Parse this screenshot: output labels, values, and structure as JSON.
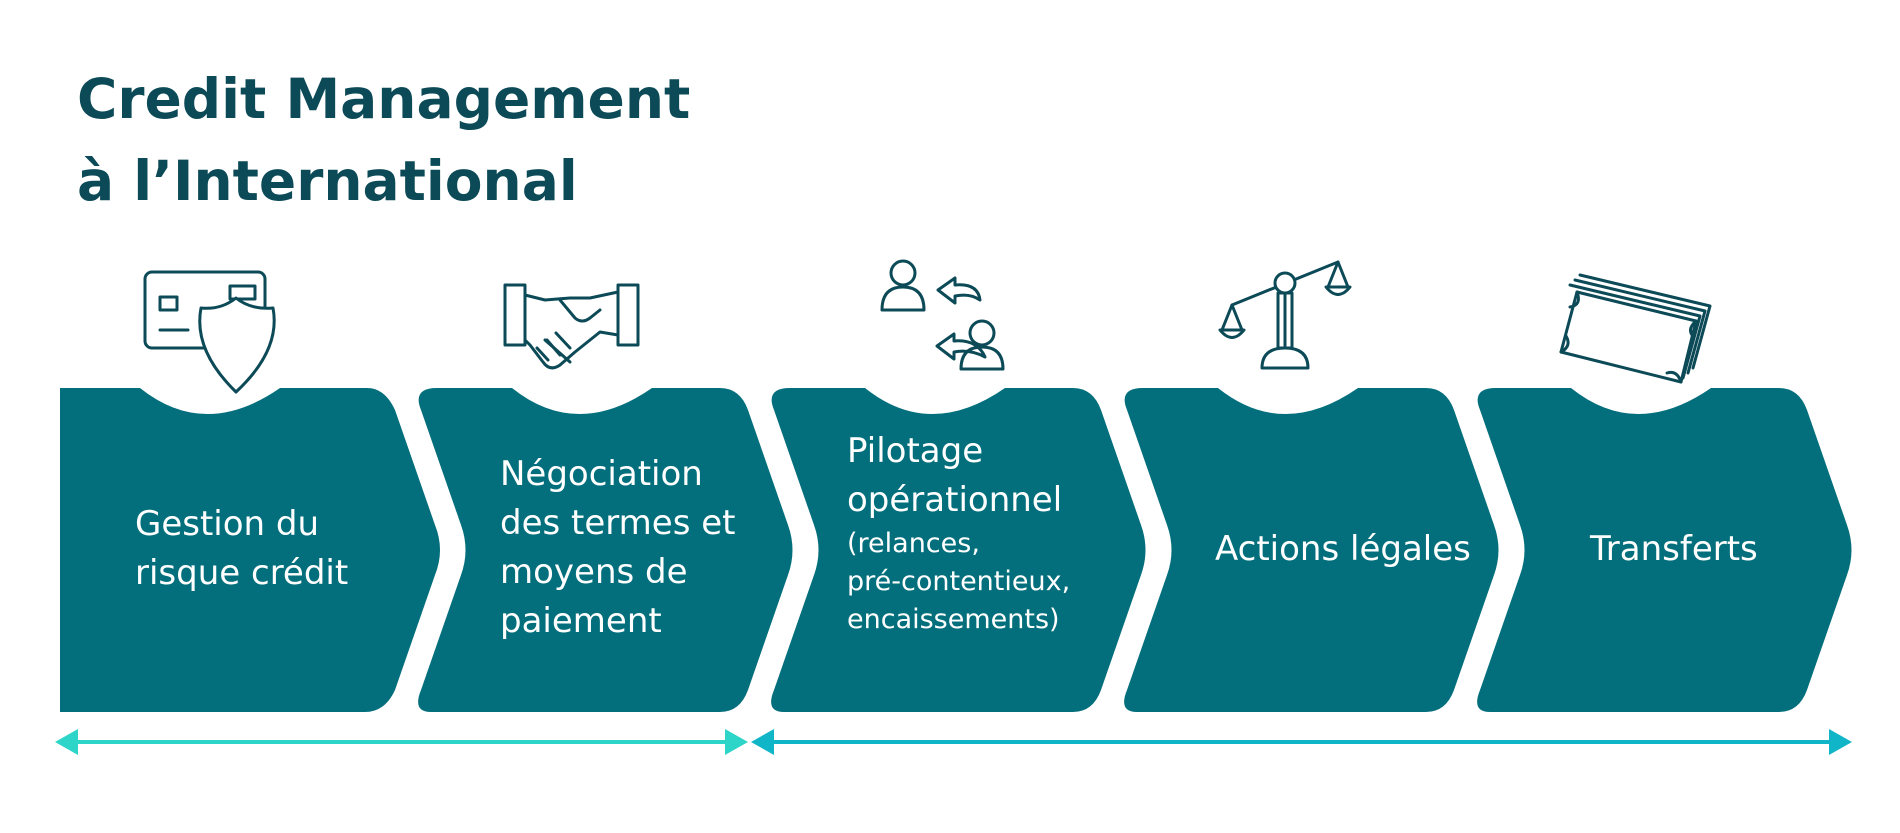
{
  "title": {
    "line1": "Credit Management",
    "line2": "à l’International"
  },
  "colors": {
    "title": "#0c4a57",
    "chevron": "#046f7c",
    "icon": "#0c4a57",
    "arrow_left": "#2dd4c8",
    "arrow_right": "#10b5c7"
  },
  "steps": [
    {
      "icon": "shield-card-icon",
      "lines": [
        "Gestion du",
        "risque crédit"
      ]
    },
    {
      "icon": "handshake-icon",
      "lines": [
        "Négociation",
        "des termes et",
        "moyens de",
        "paiement"
      ]
    },
    {
      "icon": "people-exchange-icon",
      "lines": [
        "Pilotage",
        "opérationnel"
      ],
      "sub_lines": [
        "(relances,",
        "pré-contentieux,",
        "encaissements)"
      ]
    },
    {
      "icon": "scales-icon",
      "lines": [
        "Actions légales"
      ]
    },
    {
      "icon": "banknotes-icon",
      "lines": [
        "Transferts"
      ]
    }
  ]
}
